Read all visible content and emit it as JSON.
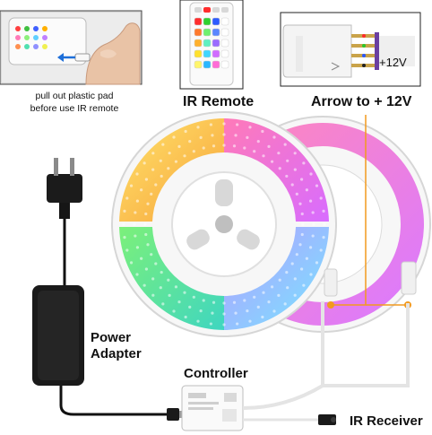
{
  "labels": {
    "pad_caption_line1": "pull out plastic pad",
    "pad_caption_line2": "before use IR remote",
    "ir_remote": "IR Remote",
    "arrow_note": "Arrow to + 12V",
    "plus_12v": "+12V",
    "power_adapter_line1": "Power",
    "power_adapter_line2": "Adapter",
    "controller": "Controller",
    "ir_receiver": "IR Receiver"
  },
  "icons": [
    "hand-holding-remote-photo",
    "ir-remote-icon",
    "connector-pins-icon",
    "led-strip-reel-icon",
    "power-plug-icon",
    "power-adapter-icon",
    "controller-box-icon",
    "ir-receiver-icon"
  ],
  "colors": {
    "accent_orange": "#f29a1f",
    "remote_panel": "#f4f4f4",
    "adapter_body": "#1a1a1a",
    "cable": "#111111",
    "reel_white": "#f7f7f7"
  }
}
